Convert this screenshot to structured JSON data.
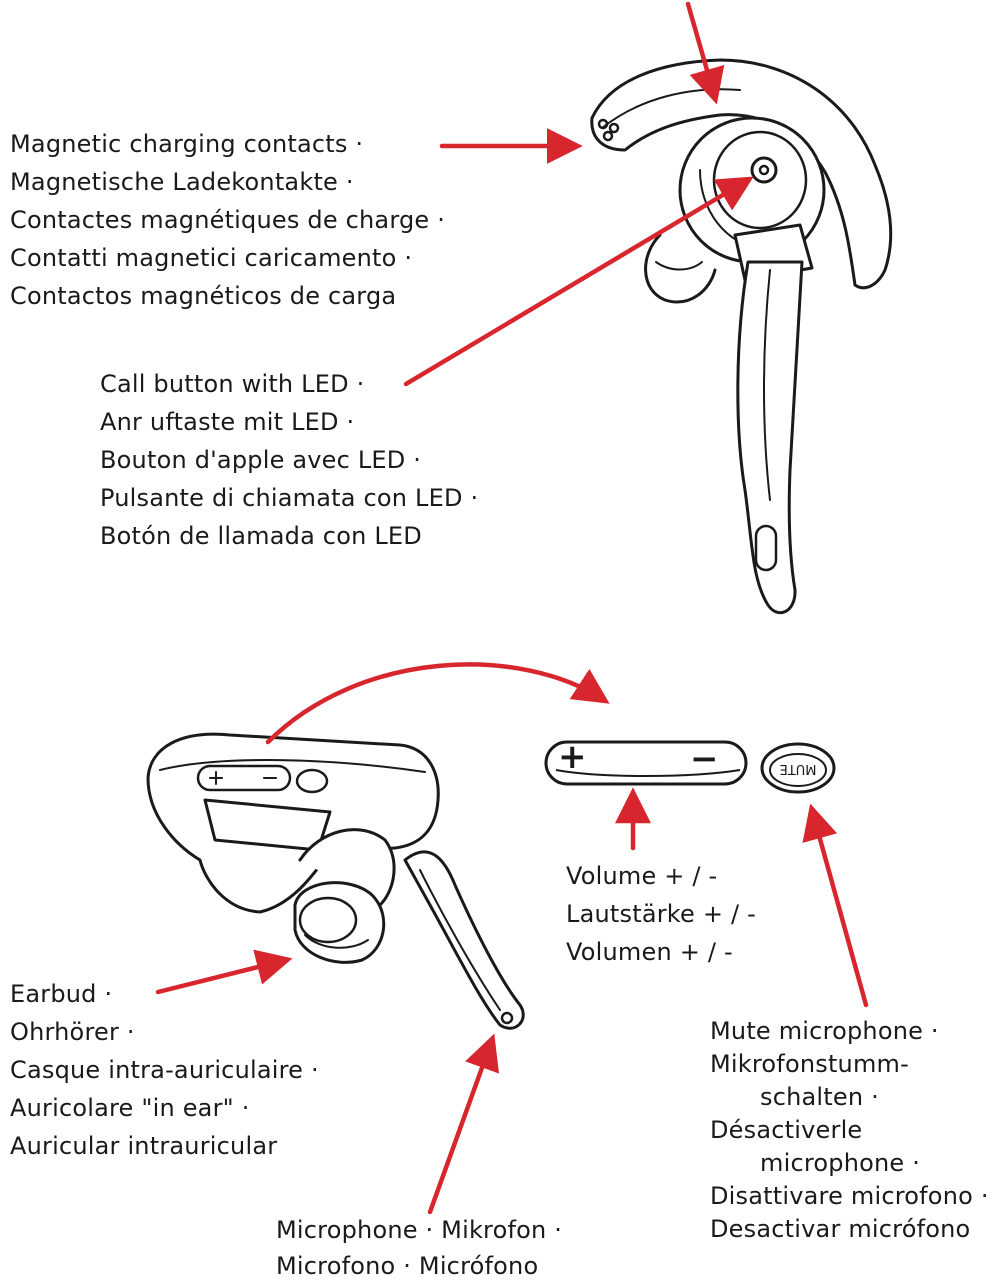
{
  "labels": {
    "charging": [
      "Magnetic charging contacts ·",
      "Magnetische Ladekontakte ·",
      "Contactes magnétiques de charge ·",
      "Contatti magnetici caricamento ·",
      "Contactos magnéticos de carga"
    ],
    "call": [
      "Call button with LED ·",
      "Anr uftaste mit LED ·",
      "Bouton d'apple avec LED ·",
      "Pulsante di chiamata con LED ·",
      "Botón de llamada con LED"
    ],
    "volume": [
      "Volume + / -",
      "Lautstärke + / -",
      "Volumen + / -"
    ],
    "earbud": [
      "Earbud  ·",
      "Ohrhörer ·",
      "Casque intra-auriculaire ·",
      "Auricolare \"in ear\" ·",
      "Auricular intrauricular"
    ],
    "mute": [
      "Mute microphone ·",
      "Mikrofonstumm-",
      "schalten ·",
      "Désactiverle",
      "microphone ·",
      "Disattivare microfono ·",
      "Desactivar micrófono"
    ],
    "microphone": [
      "Microphone · Mikrofon ·",
      "Microfono · Micrófono"
    ]
  },
  "button_marks": {
    "plus": "+",
    "minus": "−",
    "mute": "MUTE"
  },
  "colors": {
    "arrow": "#d8262e",
    "line": "#1a1a1a"
  }
}
